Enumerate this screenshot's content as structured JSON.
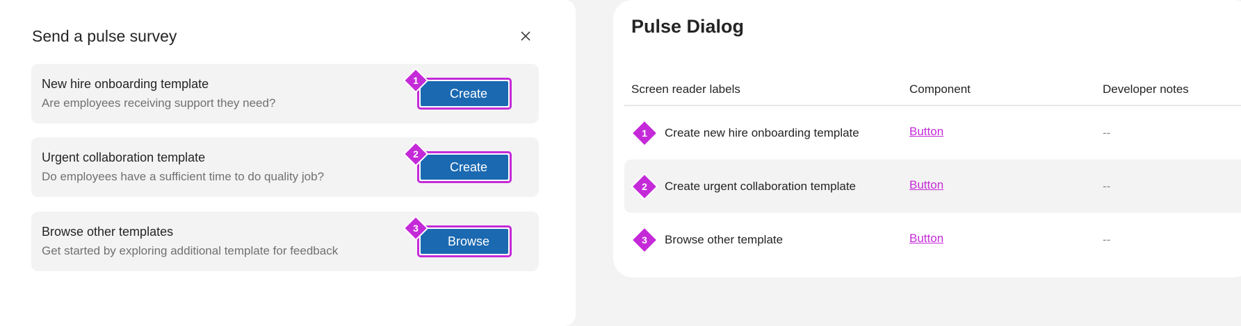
{
  "dialog": {
    "title": "Send a pulse survey",
    "close_icon": "close-icon",
    "items": [
      {
        "badge": "1",
        "title": "New hire onboarding template",
        "subtitle": "Are employees receiving support they need?",
        "button": "Create"
      },
      {
        "badge": "2",
        "title": "Urgent collaboration  template",
        "subtitle": "Do employees have a sufficient time to do quality job?",
        "button": "Create"
      },
      {
        "badge": "3",
        "title": "Browse other templates",
        "subtitle": "Get started by exploring additional template for feedback",
        "button": "Browse"
      }
    ]
  },
  "spec": {
    "title": "Pulse Dialog",
    "columns": [
      "Screen reader labels",
      "Component",
      "Developer notes"
    ],
    "rows": [
      {
        "badge": "1",
        "label": "Create new hire onboarding template",
        "component": "Button",
        "notes": "--"
      },
      {
        "badge": "2",
        "label": "Create urgent collaboration template",
        "component": "Button",
        "notes": "--"
      },
      {
        "badge": "3",
        "label": "Browse other template",
        "component": "Button",
        "notes": "--"
      }
    ]
  },
  "colors": {
    "accent": "#c42ad8",
    "button": "#1b69b1"
  }
}
